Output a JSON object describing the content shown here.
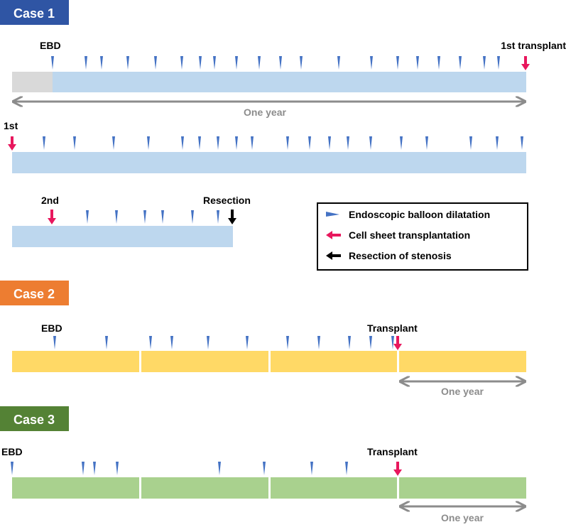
{
  "colors": {
    "ebd": "#4472C4",
    "transplant": "#E8175D",
    "resection": "#000000",
    "arrow_gray": "#8C8C8C",
    "case1_header": "#2F55A4",
    "case1_bar": "#BDD7EE",
    "case1_pre": "#D9D9D9",
    "case2_header": "#ED7D31",
    "case2_bar": "#FFD966",
    "case3_header": "#548235",
    "case3_bar": "#A9D18E"
  },
  "case1": {
    "title": "Case 1",
    "row1": {
      "label_ebd": "EBD",
      "label_transplant": "1st transplant",
      "span_label": "One year"
    },
    "row2": {
      "label_start": "1st"
    },
    "row3": {
      "label_transplant": "2nd",
      "label_resection": "Resection"
    }
  },
  "legend": {
    "ebd_label": "Endoscopic balloon dilatation",
    "transplant_label": "Cell sheet transplantation",
    "resection_label": "Resection of stenosis"
  },
  "case2": {
    "title": "Case 2",
    "label_ebd": "EBD",
    "label_transplant": "Transplant",
    "span_label": "One year"
  },
  "case3": {
    "title": "Case 3",
    "label_ebd": "EBD",
    "label_transplant": "Transplant",
    "span_label": "One year"
  }
}
